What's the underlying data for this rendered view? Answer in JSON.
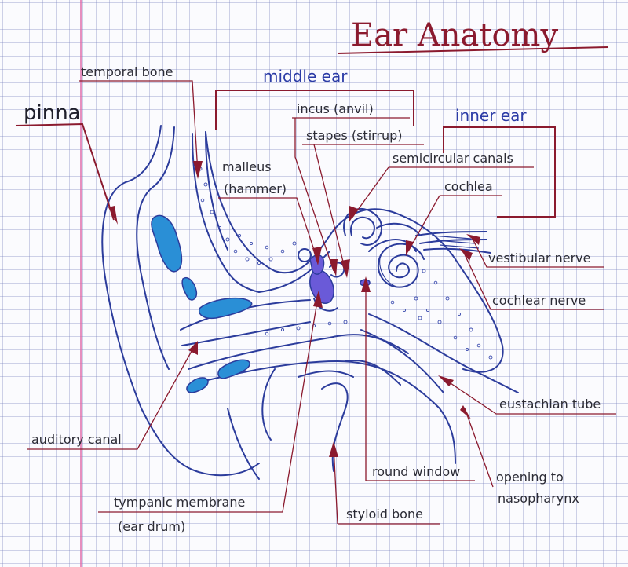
{
  "title": "Ear Anatomy",
  "headers": {
    "pinna": "pinna",
    "middle_ear": "middle ear",
    "inner_ear": "inner ear"
  },
  "labels": {
    "temporal_bone": "temporal bone",
    "incus": "incus (anvil)",
    "stapes": "stapes (stirrup)",
    "malleus_1": "malleus",
    "malleus_2": "(hammer)",
    "semicircular_canals": "semicircular canals",
    "cochlea": "cochlea",
    "vestibular_nerve": "vestibular nerve",
    "cochlear_nerve": "cochlear nerve",
    "eustachian_tube": "eustachian tube",
    "auditory_canal": "auditory canal",
    "round_window": "round window",
    "opening_1": "opening to",
    "opening_2": "nasopharynx",
    "tympanic_1": "tympanic membrane",
    "tympanic_2": "(ear drum)",
    "styloid_bone": "styloid bone"
  },
  "colors": {
    "accent": "#8b1a2e",
    "outline": "#2c3c9c",
    "fluid": "#2a8fd6",
    "ossicles": "#6a5ad8",
    "grid": "#7882be",
    "margin_line": "#e06aa8"
  }
}
